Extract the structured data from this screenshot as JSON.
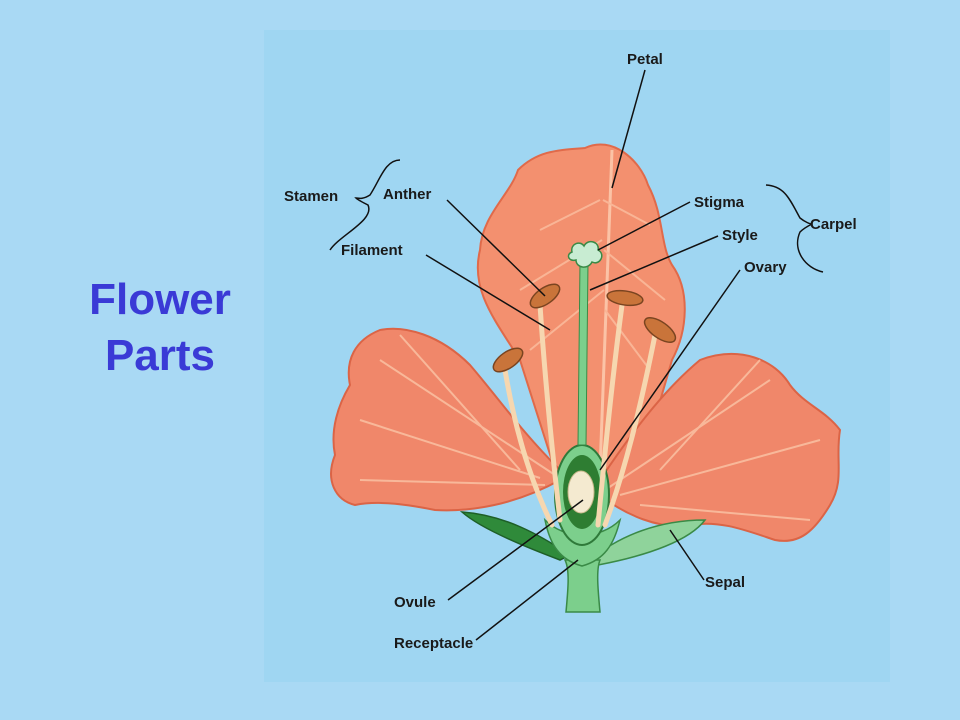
{
  "slide": {
    "title_line1": "Flower",
    "title_line2": "Parts"
  },
  "colors": {
    "background": "#a9d9f4",
    "panel": "#9fd6f2",
    "title": "#3a3ad6",
    "petal": "#f0876a",
    "petal_vein": "#f8b89a",
    "stem": "#7ccf8c",
    "sepal_dark": "#2f8a3a",
    "anther": "#c9743a"
  },
  "labels": {
    "petal": "Petal",
    "stamen": "Stamen",
    "anther": "Anther",
    "filament": "Filament",
    "stigma": "Stigma",
    "style": "Style",
    "ovary": "Ovary",
    "carpel": "Carpel",
    "ovule": "Ovule",
    "sepal": "Sepal",
    "receptacle": "Receptacle"
  }
}
